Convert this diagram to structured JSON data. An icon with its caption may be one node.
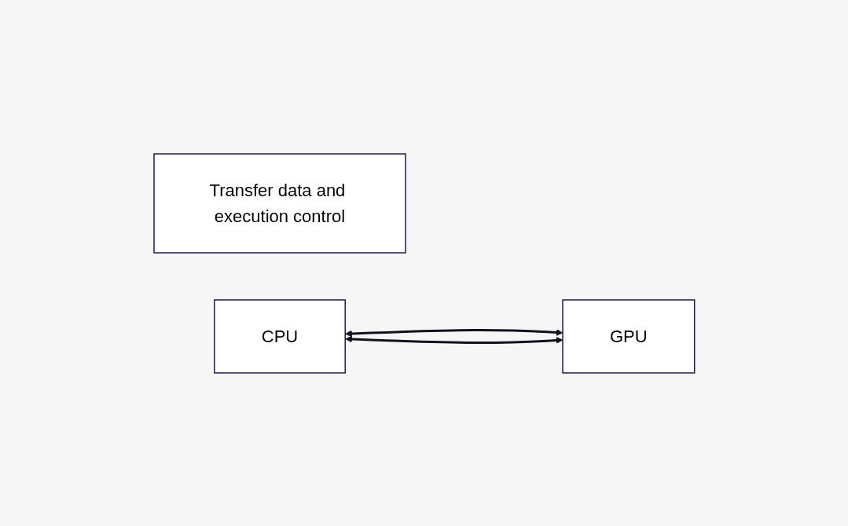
{
  "diagram": {
    "nodes": [
      {
        "text": [
          "Transfer data and execution control"
        ]
      },
      {
        "text": [
          "CPU"
        ]
      },
      {
        "text": [
          "GPU"
        ]
      }
    ],
    "edges": [
      {
        "from": 1,
        "to": 2,
        "arrow": "both"
      },
      {
        "from": 1,
        "to": 2,
        "arrow": "both"
      }
    ]
  }
}
